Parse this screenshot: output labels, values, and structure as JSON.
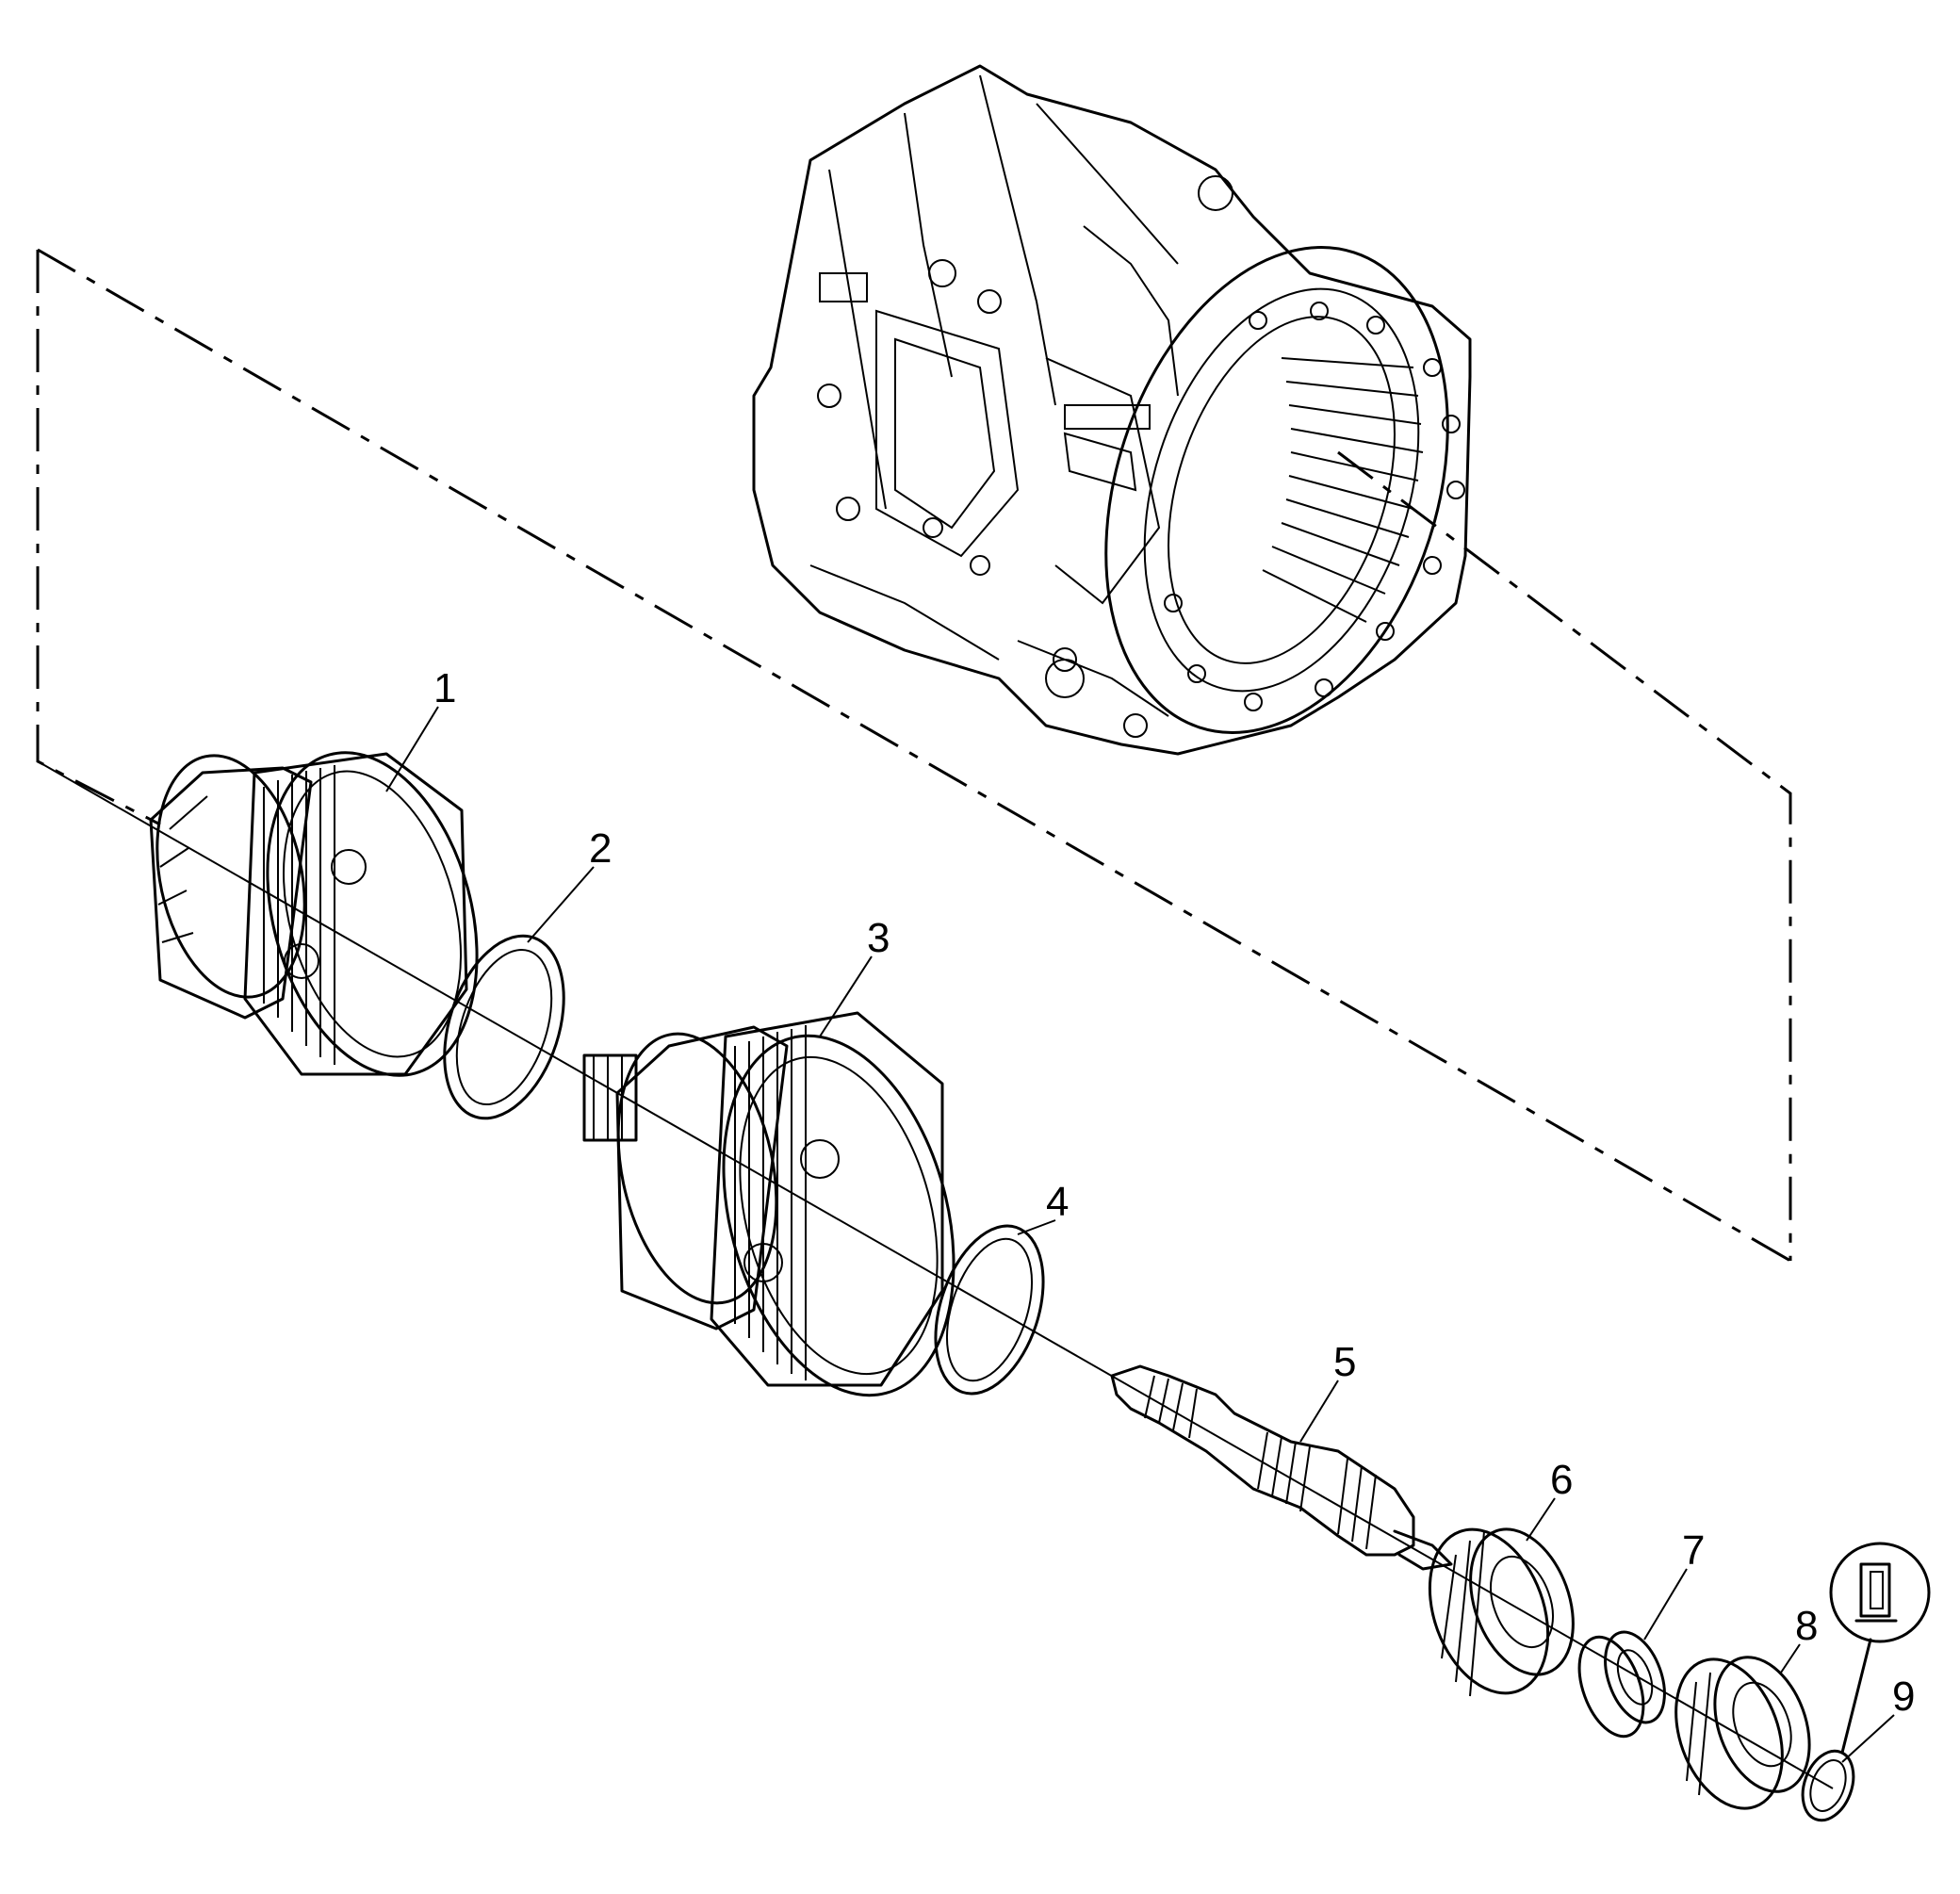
{
  "diagram": {
    "callouts": [
      {
        "id": "1",
        "label": "1"
      },
      {
        "id": "2",
        "label": "2"
      },
      {
        "id": "3",
        "label": "3"
      },
      {
        "id": "4",
        "label": "4"
      },
      {
        "id": "5",
        "label": "5"
      },
      {
        "id": "6",
        "label": "6"
      },
      {
        "id": "7",
        "label": "7"
      },
      {
        "id": "8",
        "label": "8"
      },
      {
        "id": "9",
        "label": "9"
      }
    ],
    "note_symbol": "bearing-assembly-note-icon"
  }
}
